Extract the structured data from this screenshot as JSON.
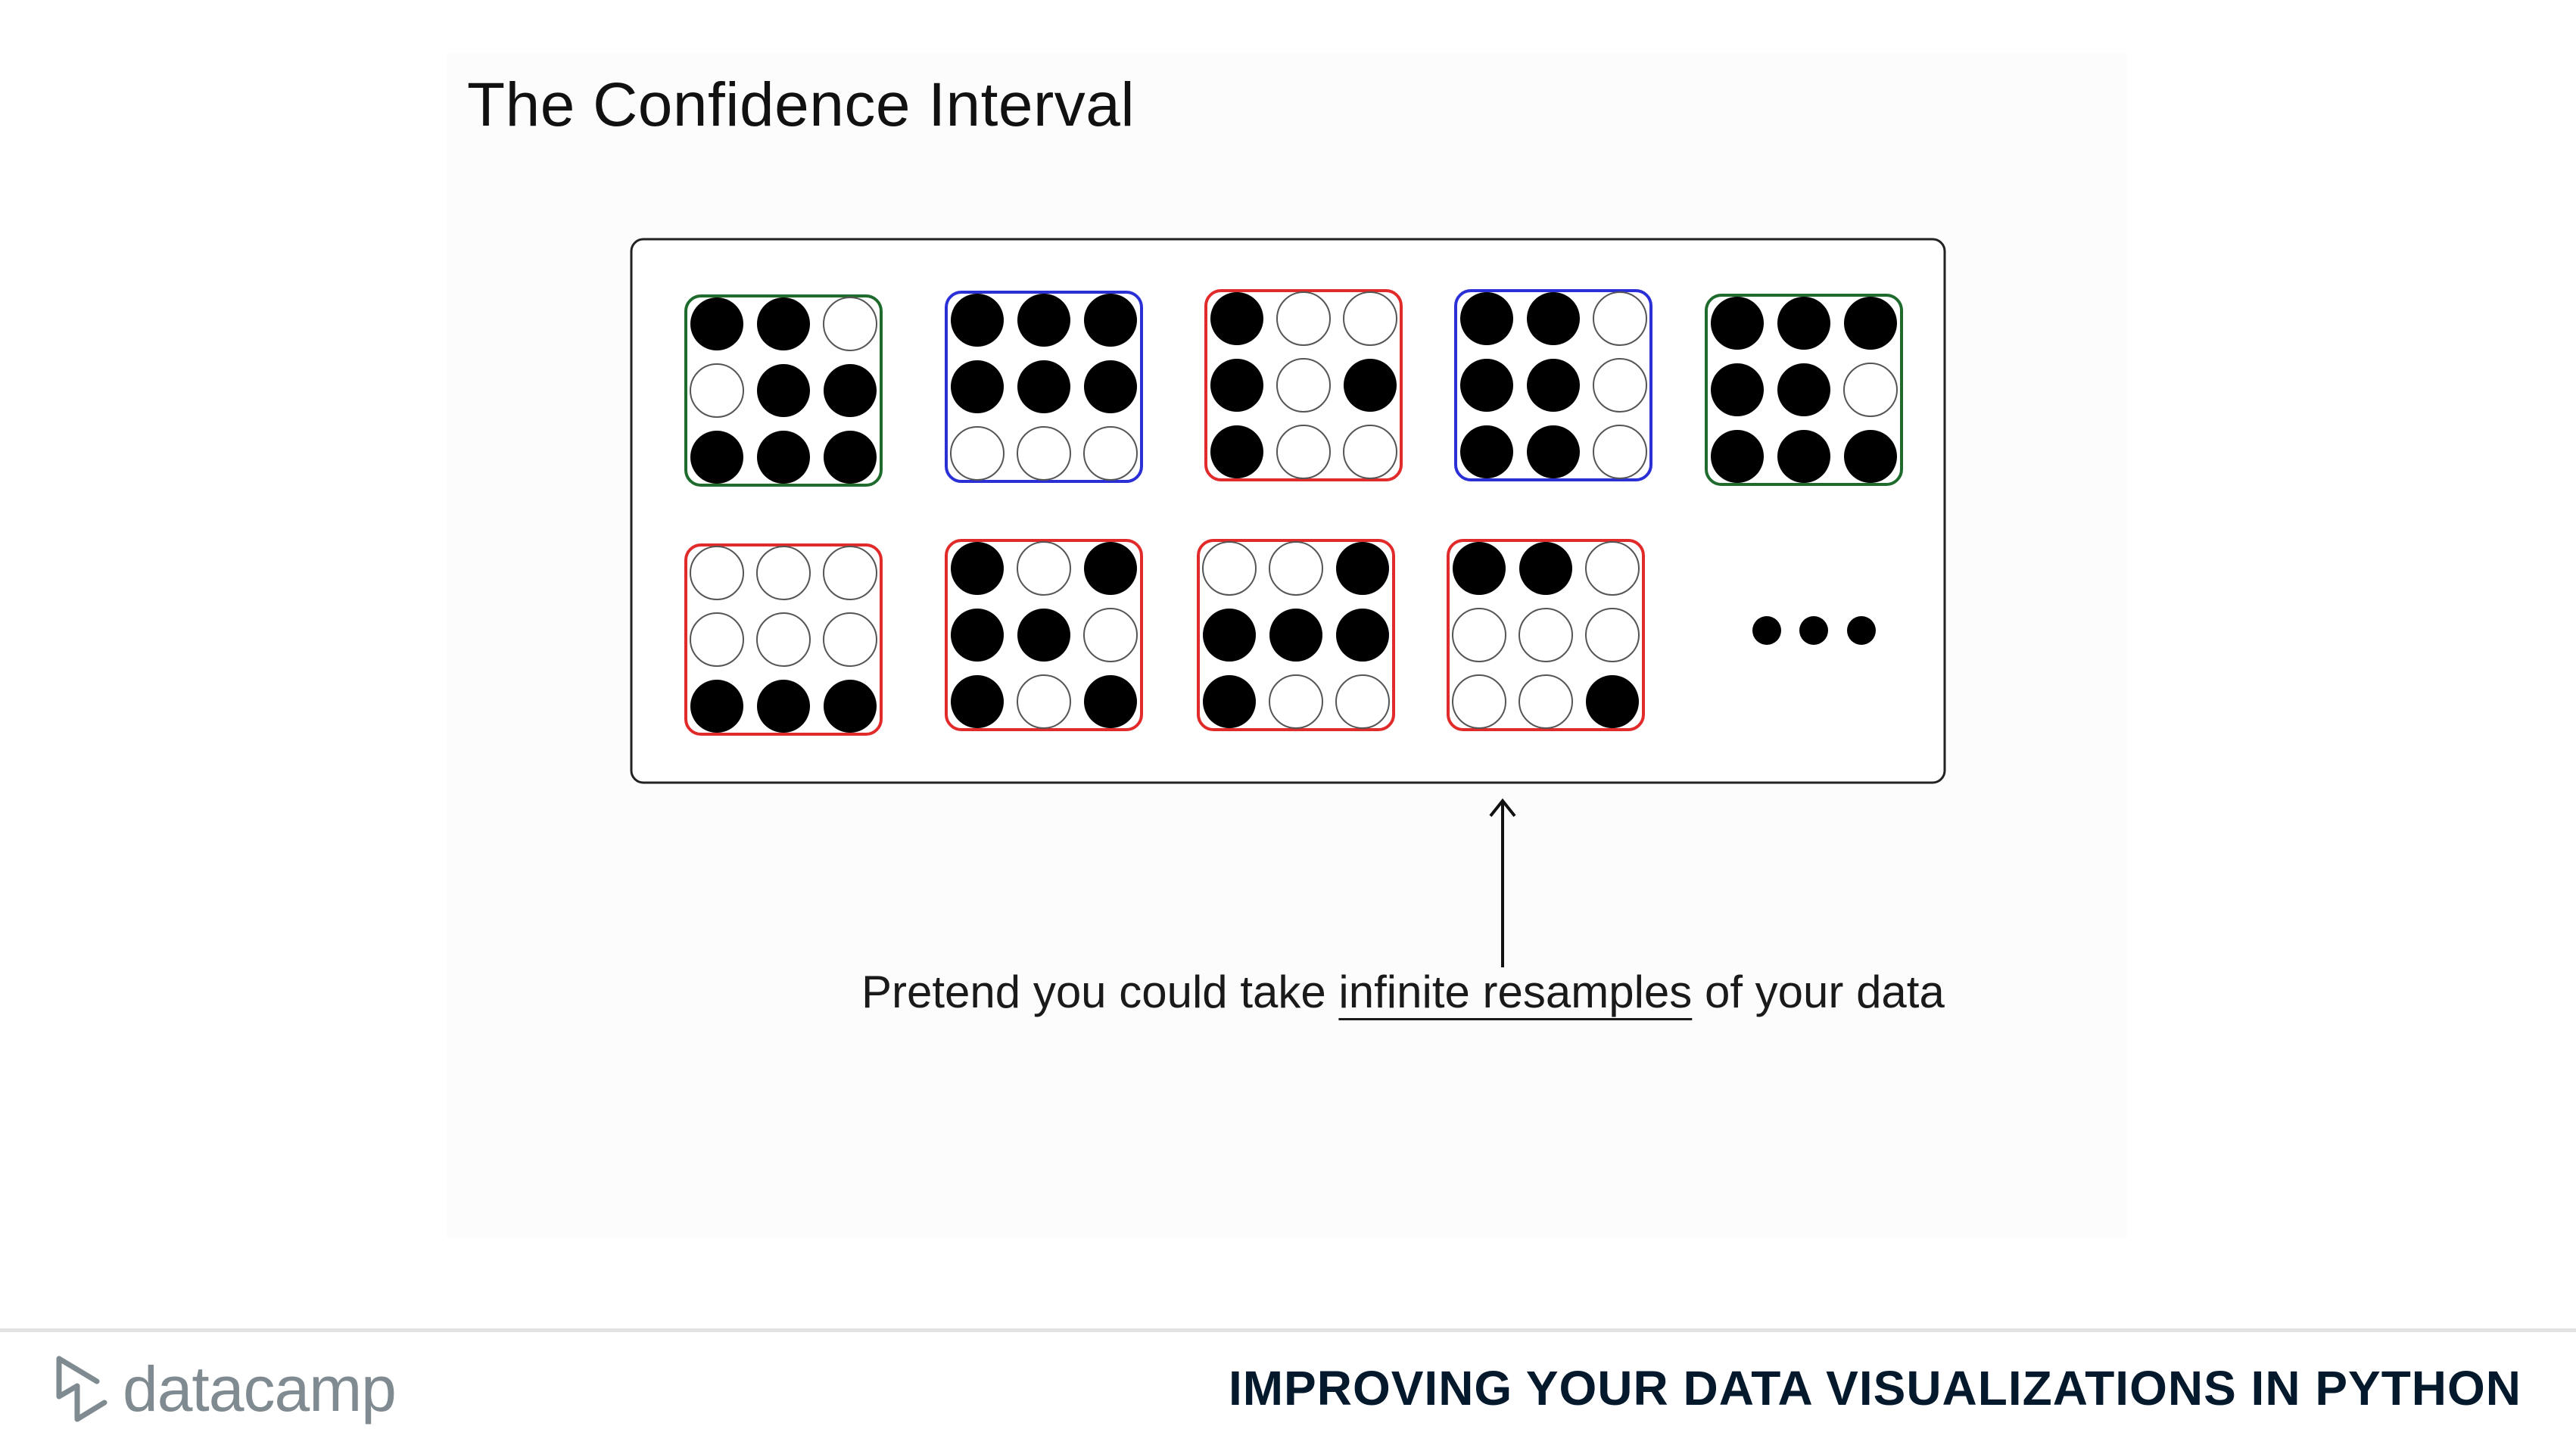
{
  "slide": {
    "title": "The Confidence Interval"
  },
  "caption": {
    "before": "Pretend you could take ",
    "highlight": "infinite resamples",
    "after": " of your data"
  },
  "resamples": [
    {
      "color": "#1e6b2d",
      "dots": [
        1,
        1,
        0,
        0,
        1,
        1,
        1,
        1,
        1
      ]
    },
    {
      "color": "#2b2fd6",
      "dots": [
        1,
        1,
        1,
        1,
        1,
        1,
        0,
        0,
        0
      ]
    },
    {
      "color": "#e12a2a",
      "dots": [
        1,
        0,
        0,
        1,
        0,
        1,
        1,
        0,
        0
      ]
    },
    {
      "color": "#2b2fd6",
      "dots": [
        1,
        1,
        0,
        1,
        1,
        0,
        1,
        1,
        0
      ]
    },
    {
      "color": "#1e6b2d",
      "dots": [
        1,
        1,
        1,
        1,
        1,
        0,
        1,
        1,
        1
      ]
    },
    {
      "color": "#e12a2a",
      "dots": [
        0,
        0,
        0,
        0,
        0,
        0,
        1,
        1,
        1
      ]
    },
    {
      "color": "#e12a2a",
      "dots": [
        1,
        0,
        1,
        1,
        1,
        0,
        1,
        0,
        1
      ]
    },
    {
      "color": "#e12a2a",
      "dots": [
        0,
        0,
        1,
        1,
        1,
        1,
        1,
        0,
        0
      ]
    },
    {
      "color": "#e12a2a",
      "dots": [
        1,
        1,
        0,
        0,
        0,
        0,
        0,
        0,
        1
      ]
    }
  ],
  "ellipsis": "•••",
  "footer": {
    "logo_text": "datacamp",
    "logo_icon": "datacamp-logo-icon",
    "course_title": "IMPROVING YOUR DATA VISUALIZATIONS IN PYTHON"
  },
  "colors": {
    "green": "#1e6b2d",
    "blue": "#2b2fd6",
    "red": "#e12a2a",
    "dot_filled": "#000000",
    "dot_empty": "#ffffff"
  }
}
